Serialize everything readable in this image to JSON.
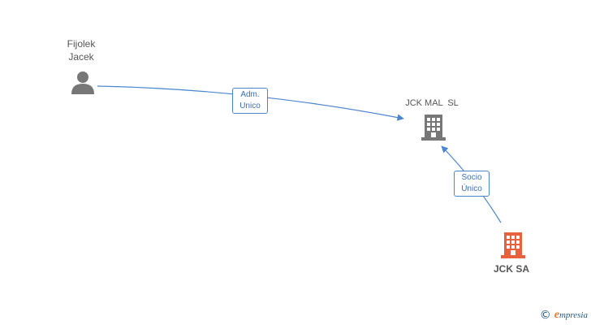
{
  "nodes": {
    "person": {
      "name_line1": "Fijolek",
      "name_line2": "Jacek",
      "icon": "person-icon"
    },
    "company_main": {
      "name": "JCK MAL  SL",
      "icon": "building-icon",
      "color": "#777777"
    },
    "company_sa": {
      "name": "JCK SA",
      "icon": "building-icon",
      "color": "#e8603c"
    }
  },
  "edges": {
    "adm": {
      "line1": "Adm.",
      "line2": "Unico"
    },
    "socio": {
      "line1": "Socio",
      "line2": "Único"
    }
  },
  "colors": {
    "edge": "#4a86d0",
    "label_text": "#3a6fb6",
    "node_text": "#555555"
  },
  "brand": {
    "copyright": "©",
    "name_initial": "e",
    "name_rest": "mpresia"
  }
}
